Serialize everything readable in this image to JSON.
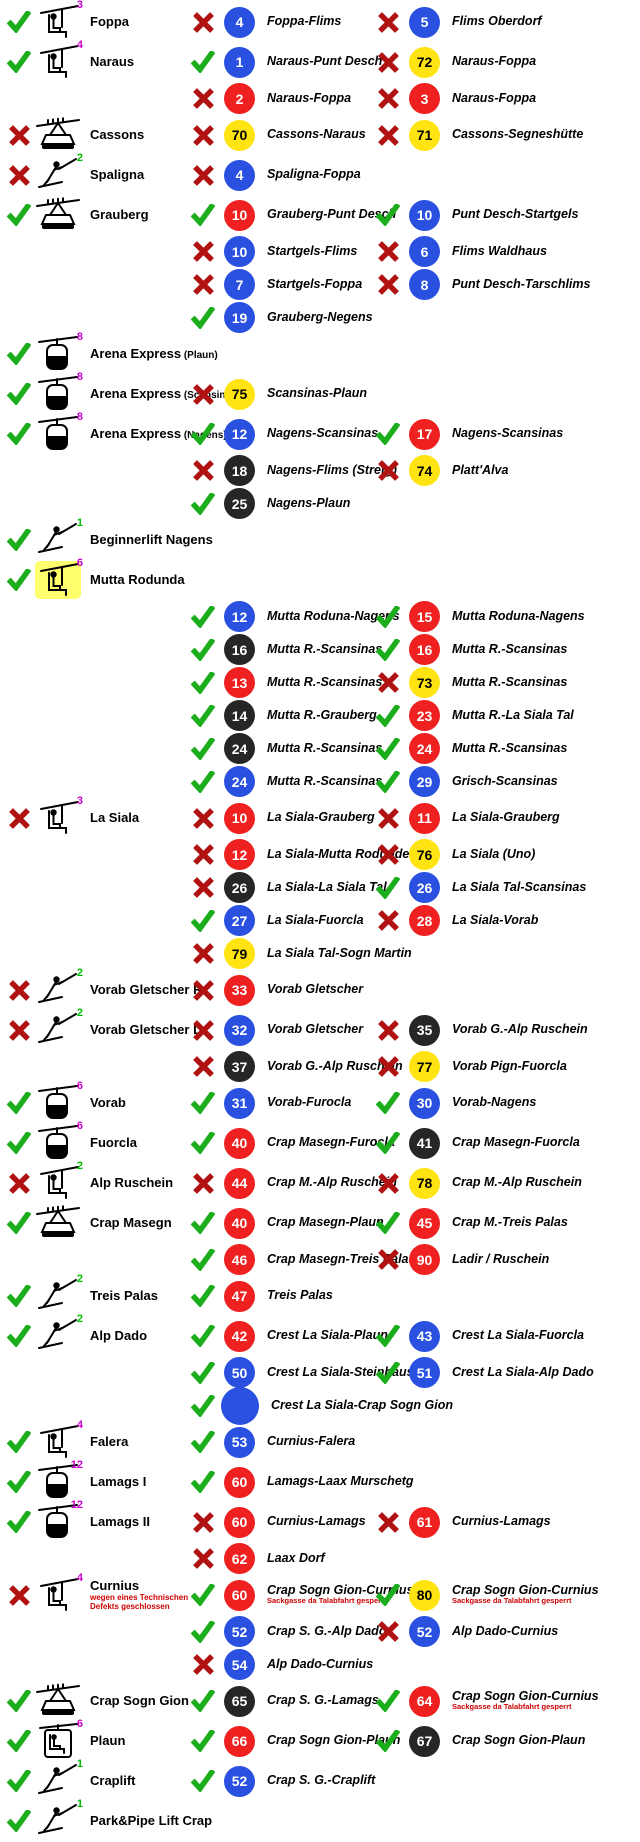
{
  "colors": {
    "open_check": "#1cad1c",
    "closed_x": "#b01212",
    "badge_blue": "#2a50e0",
    "badge_red": "#ee2020",
    "badge_yellow": "#ffe412",
    "badge_black": "#262626",
    "capacity_magenta": "#cc00cc",
    "capacity_green": "#00bb00",
    "note_red": "#cc0000",
    "highlight_yellow": "#ffff6e"
  },
  "rows": [
    {
      "lift": {
        "status": "open",
        "icon": "chairlift",
        "capacity": "3",
        "capacity_color": "magenta",
        "name": "Foppa"
      },
      "middle": {
        "status": "closed",
        "color": "blue",
        "number": "4",
        "name": "Foppa-Flims"
      },
      "right": {
        "status": "closed",
        "color": "blue",
        "number": "5",
        "name": "Flims Oberdorf"
      }
    },
    {
      "lift": {
        "status": "open",
        "icon": "chairlift",
        "capacity": "4",
        "capacity_color": "magenta",
        "name": "Naraus"
      },
      "middle": {
        "status": "open",
        "color": "blue",
        "number": "1",
        "name": "Naraus-Punt Desch"
      },
      "right": {
        "status": "closed",
        "color": "yellow",
        "number": "72",
        "name": "Naraus-Foppa"
      }
    },
    {
      "middle": {
        "status": "closed",
        "color": "red",
        "number": "2",
        "name": "Naraus-Foppa"
      },
      "right": {
        "status": "closed",
        "color": "red",
        "number": "3",
        "name": "Naraus-Foppa"
      }
    },
    {
      "lift": {
        "status": "closed",
        "icon": "cablecar",
        "name": "Cassons"
      },
      "middle": {
        "status": "closed",
        "color": "yellow",
        "number": "70",
        "name": "Cassons-Naraus"
      },
      "right": {
        "status": "closed",
        "color": "yellow",
        "number": "71",
        "name": "Cassons-Segneshütte"
      }
    },
    {
      "lift": {
        "status": "closed",
        "icon": "draglift",
        "capacity": "2",
        "capacity_color": "green",
        "name": "Spaligna"
      },
      "middle": {
        "status": "closed",
        "color": "blue",
        "number": "4",
        "name": "Spaligna-Foppa"
      }
    },
    {
      "lift": {
        "status": "open",
        "icon": "cablecar",
        "name": "Grauberg"
      },
      "middle": {
        "status": "open",
        "color": "red",
        "number": "10",
        "name": "Grauberg-Punt Desch"
      },
      "right": {
        "status": "open",
        "color": "blue",
        "number": "10",
        "name": "Punt Desch-Startgels"
      }
    },
    {
      "middle": {
        "status": "closed",
        "color": "blue",
        "number": "10",
        "name": "Startgels-Flims"
      },
      "right": {
        "status": "closed",
        "color": "blue",
        "number": "6",
        "name": "Flims Waldhaus"
      }
    },
    {
      "middle": {
        "status": "closed",
        "color": "blue",
        "number": "7",
        "name": "Startgels-Foppa"
      },
      "right": {
        "status": "closed",
        "color": "blue",
        "number": "8",
        "name": "Punt Desch-Tarschlims"
      }
    },
    {
      "middle": {
        "status": "open",
        "color": "blue",
        "number": "19",
        "name": "Grauberg-Negens"
      }
    },
    {
      "lift": {
        "status": "open",
        "icon": "gondola",
        "capacity": "8",
        "capacity_color": "magenta",
        "name": "Arena Express",
        "name_suffix": "(Plaun)"
      }
    },
    {
      "lift": {
        "status": "open",
        "icon": "gondola",
        "capacity": "8",
        "capacity_color": "magenta",
        "name": "Arena Express",
        "name_suffix": "(Scansinas)"
      },
      "middle": {
        "status": "closed",
        "color": "yellow",
        "number": "75",
        "name": "Scansinas-Plaun"
      }
    },
    {
      "lift": {
        "status": "open",
        "icon": "gondola",
        "capacity": "8",
        "capacity_color": "magenta",
        "name": "Arena Express",
        "name_suffix": "(Nagens)"
      },
      "middle": {
        "status": "open",
        "color": "blue",
        "number": "12",
        "name": "Nagens-Scansinas"
      },
      "right": {
        "status": "open",
        "color": "red",
        "number": "17",
        "name": "Nagens-Scansinas"
      }
    },
    {
      "middle": {
        "status": "closed",
        "color": "black",
        "number": "18",
        "name": "Nagens-Flims (Stretg)"
      },
      "right": {
        "status": "closed",
        "color": "yellow",
        "number": "74",
        "name": "Platt'Alva"
      }
    },
    {
      "middle": {
        "status": "open",
        "color": "black",
        "number": "25",
        "name": "Nagens-Plaun"
      }
    },
    {
      "lift": {
        "status": "open",
        "icon": "draglift",
        "capacity": "1",
        "capacity_color": "green",
        "name": "Beginnerlift Nagens"
      }
    },
    {
      "lift": {
        "status": "open",
        "icon": "chairlift",
        "capacity": "6",
        "capacity_color": "magenta",
        "name": "Mutta Rodunda",
        "highlight": true
      }
    },
    {
      "middle": {
        "status": "open",
        "color": "blue",
        "number": "12",
        "name": "Mutta Roduna-Nagens"
      },
      "right": {
        "status": "open",
        "color": "red",
        "number": "15",
        "name": "Mutta Roduna-Nagens"
      }
    },
    {
      "middle": {
        "status": "open",
        "color": "black",
        "number": "16",
        "name": "Mutta R.-Scansinas"
      },
      "right": {
        "status": "open",
        "color": "red",
        "number": "16",
        "name": "Mutta R.-Scansinas"
      }
    },
    {
      "middle": {
        "status": "open",
        "color": "red",
        "number": "13",
        "name": "Mutta R.-Scansinas"
      },
      "right": {
        "status": "closed",
        "color": "yellow",
        "number": "73",
        "name": "Mutta R.-Scansinas"
      }
    },
    {
      "middle": {
        "status": "open",
        "color": "black",
        "number": "14",
        "name": "Mutta R.-Grauberg"
      },
      "right": {
        "status": "open",
        "color": "red",
        "number": "23",
        "name": "Mutta R.-La Siala Tal"
      }
    },
    {
      "middle": {
        "status": "open",
        "color": "black",
        "number": "24",
        "name": "Mutta R.-Scansinas"
      },
      "right": {
        "status": "open",
        "color": "red",
        "number": "24",
        "name": "Mutta R.-Scansinas"
      }
    },
    {
      "middle": {
        "status": "open",
        "color": "blue",
        "number": "24",
        "name": "Mutta R.-Scansinas"
      },
      "right": {
        "status": "open",
        "color": "blue",
        "number": "29",
        "name": "Grisch-Scansinas"
      }
    },
    {
      "lift": {
        "status": "closed",
        "icon": "chairlift",
        "capacity": "3",
        "capacity_color": "magenta",
        "name": "La Siala"
      },
      "middle": {
        "status": "closed",
        "color": "red",
        "number": "10",
        "name": "La Siala-Grauberg"
      },
      "right": {
        "status": "closed",
        "color": "red",
        "number": "11",
        "name": "La Siala-Grauberg"
      }
    },
    {
      "middle": {
        "status": "closed",
        "color": "red",
        "number": "12",
        "name": "La Siala-Mutta Rodunde"
      },
      "right": {
        "status": "closed",
        "color": "yellow",
        "number": "76",
        "name": "La Siala (Uno)"
      }
    },
    {
      "middle": {
        "status": "closed",
        "color": "black",
        "number": "26",
        "name": "La Siala-La Siala Tal"
      },
      "right": {
        "status": "open",
        "color": "blue",
        "number": "26",
        "name": "La Siala Tal-Scansinas"
      }
    },
    {
      "middle": {
        "status": "open",
        "color": "blue",
        "number": "27",
        "name": "La Siala-Fuorcla"
      },
      "right": {
        "status": "closed",
        "color": "red",
        "number": "28",
        "name": "La Siala-Vorab"
      }
    },
    {
      "middle": {
        "status": "closed",
        "color": "yellow",
        "number": "79",
        "name": "La Siala Tal-Sogn Martin"
      }
    },
    {
      "lift": {
        "status": "closed",
        "icon": "draglift",
        "capacity": "2",
        "capacity_color": "green",
        "name": "Vorab Gletscher R"
      },
      "middle": {
        "status": "closed",
        "color": "red",
        "number": "33",
        "name": "Vorab Gletscher"
      }
    },
    {
      "lift": {
        "status": "closed",
        "icon": "draglift",
        "capacity": "2",
        "capacity_color": "green",
        "name": "Vorab Gletscher L"
      },
      "middle": {
        "status": "closed",
        "color": "blue",
        "number": "32",
        "name": "Vorab Gletscher"
      },
      "right": {
        "status": "closed",
        "color": "black",
        "number": "35",
        "name": "Vorab G.-Alp Ruschein"
      }
    },
    {
      "middle": {
        "status": "closed",
        "color": "black",
        "number": "37",
        "name": "Vorab G.-Alp Ruschein"
      },
      "right": {
        "status": "closed",
        "color": "yellow",
        "number": "77",
        "name": "Vorab Pign-Fuorcla"
      }
    },
    {
      "lift": {
        "status": "open",
        "icon": "gondola",
        "capacity": "6",
        "capacity_color": "magenta",
        "name": "Vorab"
      },
      "middle": {
        "status": "open",
        "color": "blue",
        "number": "31",
        "name": "Vorab-Furocla"
      },
      "right": {
        "status": "open",
        "color": "blue",
        "number": "30",
        "name": "Vorab-Nagens"
      }
    },
    {
      "lift": {
        "status": "open",
        "icon": "gondola",
        "capacity": "6",
        "capacity_color": "magenta",
        "name": "Fuorcla"
      },
      "middle": {
        "status": "open",
        "color": "red",
        "number": "40",
        "name": "Crap Masegn-Furocla"
      },
      "right": {
        "status": "open",
        "color": "black",
        "number": "41",
        "name": "Crap Masegn-Fuorcla"
      }
    },
    {
      "lift": {
        "status": "closed",
        "icon": "chairlift",
        "capacity": "2",
        "capacity_color": "green",
        "name": "Alp Ruschein"
      },
      "middle": {
        "status": "closed",
        "color": "red",
        "number": "44",
        "name": "Crap M.-Alp Ruschein"
      },
      "right": {
        "status": "closed",
        "color": "yellow",
        "number": "78",
        "name": "Crap M.-Alp Ruschein"
      }
    },
    {
      "lift": {
        "status": "open",
        "icon": "cablecar",
        "name": "Crap Masegn"
      },
      "middle": {
        "status": "open",
        "color": "red",
        "number": "40",
        "name": "Crap Masegn-Plaun"
      },
      "right": {
        "status": "open",
        "color": "red",
        "number": "45",
        "name": "Crap M.-Treis Palas"
      }
    },
    {
      "middle": {
        "status": "open",
        "color": "red",
        "number": "46",
        "name": "Crap Masegn-Treis Palas"
      },
      "right": {
        "status": "closed",
        "color": "red",
        "number": "90",
        "name": "Ladir / Ruschein"
      }
    },
    {
      "lift": {
        "status": "open",
        "icon": "draglift",
        "capacity": "2",
        "capacity_color": "green",
        "name": "Treis Palas"
      },
      "middle": {
        "status": "open",
        "color": "red",
        "number": "47",
        "name": "Treis Palas"
      }
    },
    {
      "lift": {
        "status": "open",
        "icon": "draglift",
        "capacity": "2",
        "capacity_color": "green",
        "name": "Alp Dado"
      },
      "middle": {
        "status": "open",
        "color": "red",
        "number": "42",
        "name": "Crest La Siala-Plaun"
      },
      "right": {
        "status": "open",
        "color": "blue",
        "number": "43",
        "name": "Crest La Siala-Fuorcla"
      }
    },
    {
      "middle": {
        "status": "open",
        "color": "blue",
        "number": "50",
        "name": "Crest La Siala-Steinhaus"
      },
      "right": {
        "status": "open",
        "color": "blue",
        "number": "51",
        "name": "Crest La Siala-Alp Dado"
      }
    },
    {
      "middle": {
        "status": "open",
        "color": "blue",
        "number": "",
        "name": "Crest La Siala-Crap Sogn Gion"
      }
    },
    {
      "lift": {
        "status": "open",
        "icon": "chairlift",
        "capacity": "4",
        "capacity_color": "magenta",
        "name": "Falera"
      },
      "middle": {
        "status": "open",
        "color": "blue",
        "number": "53",
        "name": "Curnius-Falera"
      }
    },
    {
      "lift": {
        "status": "open",
        "icon": "gondola",
        "capacity": "12",
        "capacity_color": "magenta",
        "name": "Lamags I"
      },
      "middle": {
        "status": "open",
        "color": "red",
        "number": "60",
        "name": "Lamags-Laax Murschetg"
      }
    },
    {
      "lift": {
        "status": "open",
        "icon": "gondola",
        "capacity": "12",
        "capacity_color": "magenta",
        "name": "Lamags II"
      },
      "middle": {
        "status": "closed",
        "color": "red",
        "number": "60",
        "name": "Curnius-Lamags"
      },
      "right": {
        "status": "closed",
        "color": "red",
        "number": "61",
        "name": "Curnius-Lamags"
      }
    },
    {
      "middle": {
        "status": "closed",
        "color": "red",
        "number": "62",
        "name": "Laax Dorf"
      }
    },
    {
      "lift": {
        "status": "closed",
        "icon": "chairlift",
        "capacity": "4",
        "capacity_color": "magenta",
        "name": "Curnius",
        "note": "wegen eines Technischen Defekts geschlossen"
      },
      "middle": {
        "status": "open",
        "color": "red",
        "number": "60",
        "name": "Crap Sogn Gion-Curnius",
        "note": "Sackgasse da Talabfahrt gesperrt"
      },
      "right": {
        "status": "open",
        "color": "yellow",
        "number": "80",
        "name": "Crap Sogn Gion-Curnius",
        "note": "Sackgasse da Talabfahrt gesperrt"
      }
    },
    {
      "middle": {
        "status": "open",
        "color": "blue",
        "number": "52",
        "name": "Crap S. G.-Alp Dado"
      },
      "right": {
        "status": "closed",
        "color": "blue",
        "number": "52",
        "name": "Alp Dado-Curnius"
      }
    },
    {
      "middle": {
        "status": "closed",
        "color": "blue",
        "number": "54",
        "name": "Alp Dado-Curnius"
      }
    },
    {
      "lift": {
        "status": "open",
        "icon": "cablecar",
        "name": "Crap Sogn Gion"
      },
      "middle": {
        "status": "open",
        "color": "black",
        "number": "65",
        "name": "Crap S. G.-Lamags"
      },
      "right": {
        "status": "open",
        "color": "red",
        "number": "64",
        "name": "Crap Sogn Gion-Curnius",
        "note": "Sackgasse da Talabfahrt gesperrt"
      }
    },
    {
      "lift": {
        "status": "open",
        "icon": "chairlift-bubble",
        "capacity": "6",
        "capacity_color": "magenta",
        "name": "Plaun"
      },
      "middle": {
        "status": "open",
        "color": "red",
        "number": "66",
        "name": "Crap Sogn Gion-Plaun"
      },
      "right": {
        "status": "open",
        "color": "black",
        "number": "67",
        "name": "Crap Sogn Gion-Plaun"
      }
    },
    {
      "lift": {
        "status": "open",
        "icon": "draglift",
        "capacity": "1",
        "capacity_color": "green",
        "name": "Craplift"
      },
      "middle": {
        "status": "open",
        "color": "blue",
        "number": "52",
        "name": "Crap S. G.-Craplift"
      }
    },
    {
      "lift": {
        "status": "open",
        "icon": "draglift",
        "capacity": "1",
        "capacity_color": "green",
        "name": "Park&Pipe Lift Crap"
      }
    }
  ]
}
